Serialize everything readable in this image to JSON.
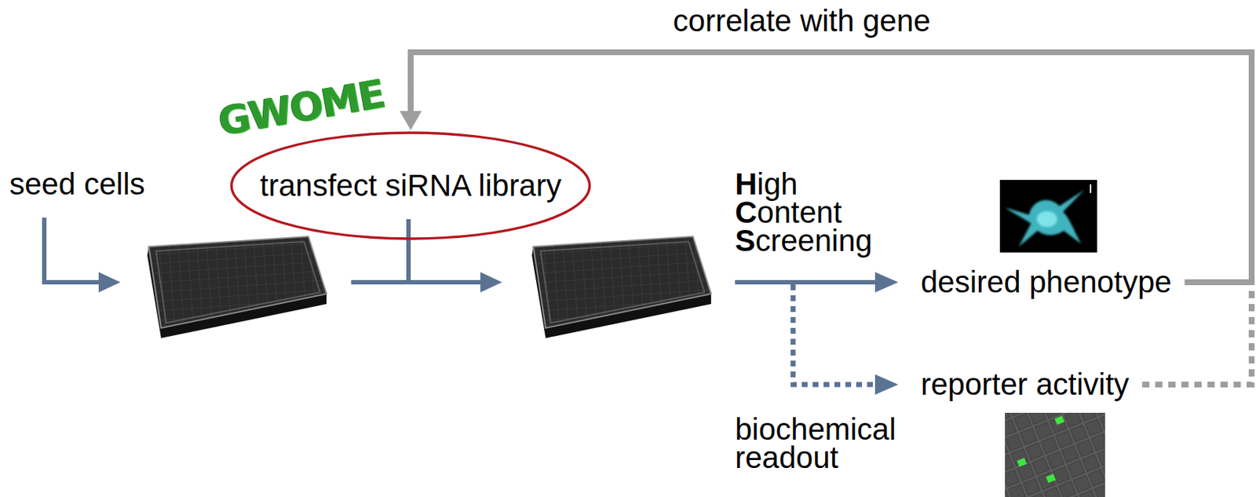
{
  "diagram": {
    "nodes": [
      {
        "text": [
          "transfect siRNA library"
        ]
      },
      {
        "text": [
          "desired phenotype"
        ]
      },
      {
        "text": [
          "reporter activity"
        ]
      }
    ],
    "edges": [
      {
        "from": 1,
        "to": 0,
        "label": "correlate with gene",
        "arrow": "to"
      },
      {
        "from": 2,
        "to": 0,
        "arrow": "to"
      }
    ],
    "labels": [
      "seed cells",
      "GWOME",
      "High Content Screening",
      "biochemical readout"
    ]
  }
}
